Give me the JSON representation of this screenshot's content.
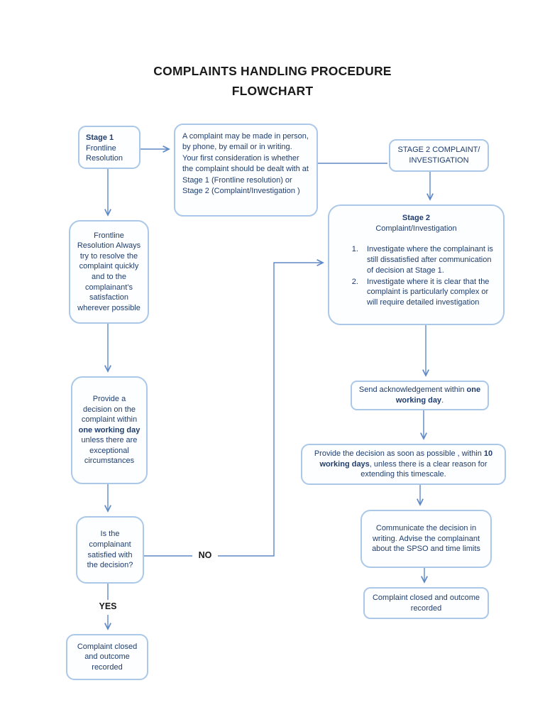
{
  "title": {
    "line1": "COMPLAINTS HANDLING PROCEDURE",
    "line2": "FLOWCHART"
  },
  "colors": {
    "box_border": "#abc8e8",
    "box_text": "#1f3d6d",
    "arrow": "#5e88c6",
    "title_text": "#1a1a1a"
  },
  "labels": {
    "yes": "YES",
    "no": "NO"
  },
  "boxes": {
    "stage1": {
      "segments": [
        {
          "t": "Stage 1",
          "b": true
        },
        {
          "t": "\nFrontline\nResolution"
        }
      ]
    },
    "intake": {
      "text": "A complaint may be made in person, by phone, by email or in writing. Your first consideration is whether the complaint should be dealt with at Stage 1 (Frontline resolution) or Stage 2 (Complaint/Investigation )"
    },
    "stage2_header": {
      "text": "STAGE 2 COMPLAINT/\nINVESTIGATION"
    },
    "frontline": {
      "text": "Frontline Resolution Always try to resolve the complaint quickly and to the complainant’s satisfaction wherever possible"
    },
    "stage2_detail": {
      "title": "Stage 2",
      "subtitle": "Complaint/Investigation",
      "items": [
        "Investigate where the complainant is still dissatisfied after communication of decision at  Stage 1.",
        "Investigate where it is clear that the complaint is particularly complex or will require detailed investigation"
      ]
    },
    "decision_one_day": {
      "segments": [
        {
          "t": "Provide a decision on the complaint within "
        },
        {
          "t": "one working day",
          "b": true
        },
        {
          "t": " unless there are exceptional circumstances"
        }
      ]
    },
    "acknowledgement": {
      "segments": [
        {
          "t": "Send acknowledgement within "
        },
        {
          "t": "one working day",
          "b": true
        },
        {
          "t": "."
        }
      ]
    },
    "provide_ten_days": {
      "segments": [
        {
          "t": "Provide the decision as soon as possible , within "
        },
        {
          "t": "10 working days",
          "b": true
        },
        {
          "t": ", unless there is a clear reason for extending this timescale."
        }
      ]
    },
    "communicate": {
      "text": "Communicate the decision in writing. Advise the complainant about the SPSO and time limits"
    },
    "closed_right": {
      "text": "Complaint closed and outcome recorded"
    },
    "satisfied": {
      "text": "Is the complainant satisfied with the decision?"
    },
    "closed_left": {
      "text": "Complaint closed and outcome recorded"
    }
  }
}
